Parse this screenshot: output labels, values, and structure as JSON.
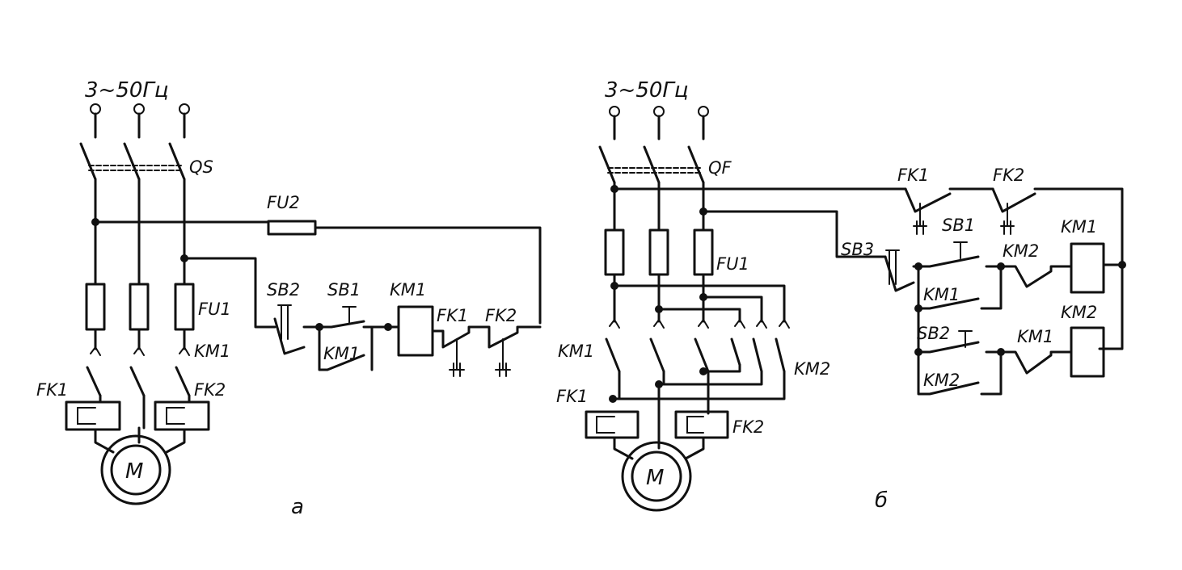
{
  "diagram_a": {
    "supply": "3~50Гц",
    "switch": "QS",
    "fuse_control": "FU2",
    "fuses_power": "FU1",
    "contacts_power": "KM1",
    "thermal_left": "FK1",
    "thermal_right": "FK2",
    "motor": "M",
    "button_stop": "SB2",
    "button_start": "SB1",
    "coil": "KM1",
    "aux_contact": "KM1",
    "thermal_contact_1": "FK1",
    "thermal_contact_2": "FK2",
    "caption": "а"
  },
  "diagram_b": {
    "supply": "3~50Гц",
    "breaker": "QF",
    "fuses_power": "FU1",
    "contacts_forward": "KM1",
    "contacts_reverse": "KM2",
    "thermal_left": "FK1",
    "thermal_right": "FK2",
    "motor": "M",
    "thermal_contact_1": "FK1",
    "thermal_contact_2": "FK2",
    "button_stop": "SB3",
    "button_forward": "SB1",
    "button_reverse": "SB2",
    "interlock_1": "KM2",
    "interlock_2": "KM1",
    "aux_1": "KM1",
    "aux_2": "KM2",
    "coil_1": "KM1",
    "coil_2": "KM2",
    "caption": "б"
  }
}
